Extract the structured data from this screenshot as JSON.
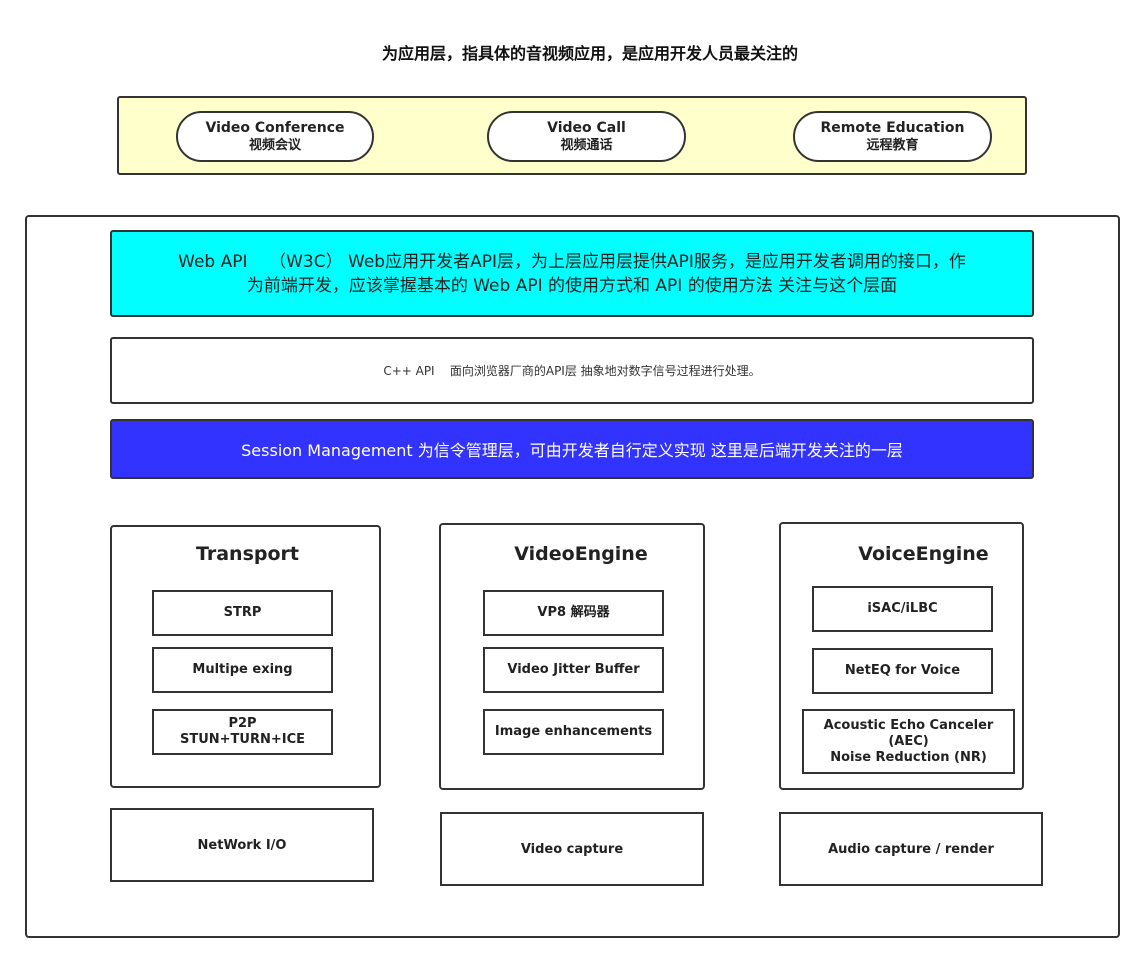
{
  "title": "为应用层，指具体的音视频应用，是应用开发人员最关注的",
  "applications": [
    {
      "en": "Video Conference",
      "zh": "视频会议"
    },
    {
      "en": "Video Call",
      "zh": "视频通话"
    },
    {
      "en": "Remote Education",
      "zh": "远程教育"
    }
  ],
  "web_api": {
    "line1": "Web API    （W3C） Web应用开发者API层，为上层应用层提供API服务，是应用开发者调用的接口，作",
    "line2": "为前端开发，应该掌握基本的 Web API 的使用方式和 API 的使用方法 关注与这个层面"
  },
  "cpp_api": "C++ API    面向浏览器厂商的API层  抽象地对数字信号过程进行处理。",
  "session": "Session Management 为信令管理层，可由开发者自行定义实现  这里是后端开发关注的一层",
  "transport": {
    "title": "Transport",
    "modules": [
      "STRP",
      "Multipe exing"
    ],
    "p2p": {
      "line1": "P2P",
      "line2": "STUN+TURN+ICE"
    }
  },
  "video_engine": {
    "title": "VideoEngine",
    "modules": [
      "VP8 解码器",
      "Video Jitter Buffer",
      "Image enhancements"
    ]
  },
  "voice_engine": {
    "title": "VoiceEngine",
    "modules": [
      "iSAC/iLBC",
      "NetEQ for Voice"
    ],
    "aec": {
      "line1": "Acoustic Echo Canceler (AEC)",
      "line2": "Noise Reduction (NR)"
    }
  },
  "io": {
    "network": "NetWork I/O",
    "video_capture": "Video capture",
    "audio": "Audio capture / render"
  },
  "colors": {
    "app_layer_bg": "#ffffcc",
    "web_api_bg": "#00ffff",
    "session_bg": "#3333ff",
    "border": "#333333"
  }
}
